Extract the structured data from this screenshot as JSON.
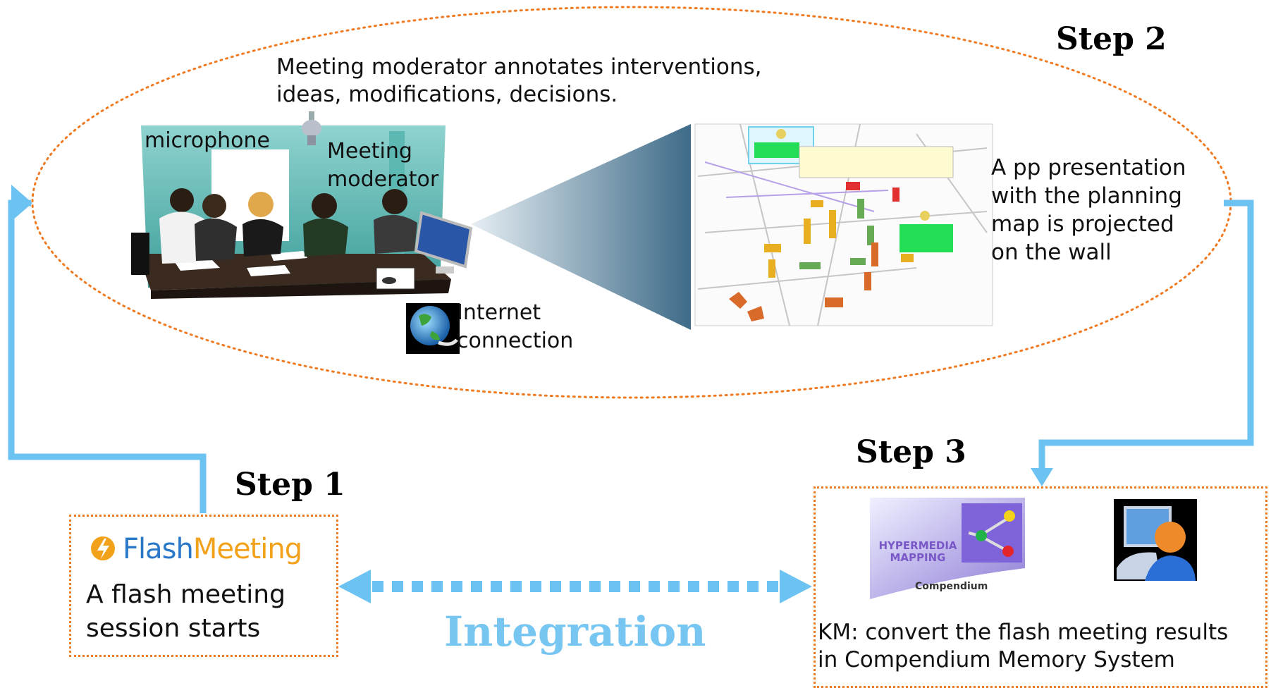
{
  "steps": {
    "step1": "Step 1",
    "step2": "Step 2",
    "step3": "Step 3"
  },
  "step2_panel": {
    "moderator_note_line1": "Meeting moderator annotates interventions,",
    "moderator_note_line2": "ideas, modifications, decisions.",
    "microphone_label": "microphone",
    "moderator_label_line1": "Meeting",
    "moderator_label_line2": "moderator",
    "internet_label_line1": "Internet",
    "internet_label_line2": "connection",
    "projection_line1": "A pp presentation",
    "projection_line2": "with the planning",
    "projection_line3": "map is projected",
    "projection_line4": "on the wall"
  },
  "step1_panel": {
    "logo_part1": "Flash",
    "logo_part2": "Meeting",
    "desc_line1": "A flash meeting",
    "desc_line2": "session starts"
  },
  "step3_panel": {
    "compendium_logo_line1": "Hypermedia",
    "compendium_logo_line2": "Mapping",
    "compendium_logo_caption": "Compendium",
    "desc_line1": "KM: convert the flash meeting results",
    "desc_line2": "in Compendium Memory System"
  },
  "integration_label": "Integration",
  "colors": {
    "dotted_orange": "#f07a22",
    "arrow_blue": "#6cc3f2",
    "integration_blue": "#77c6f2",
    "flash_blue": "#2a78c8",
    "flash_orange": "#f2a21a"
  }
}
